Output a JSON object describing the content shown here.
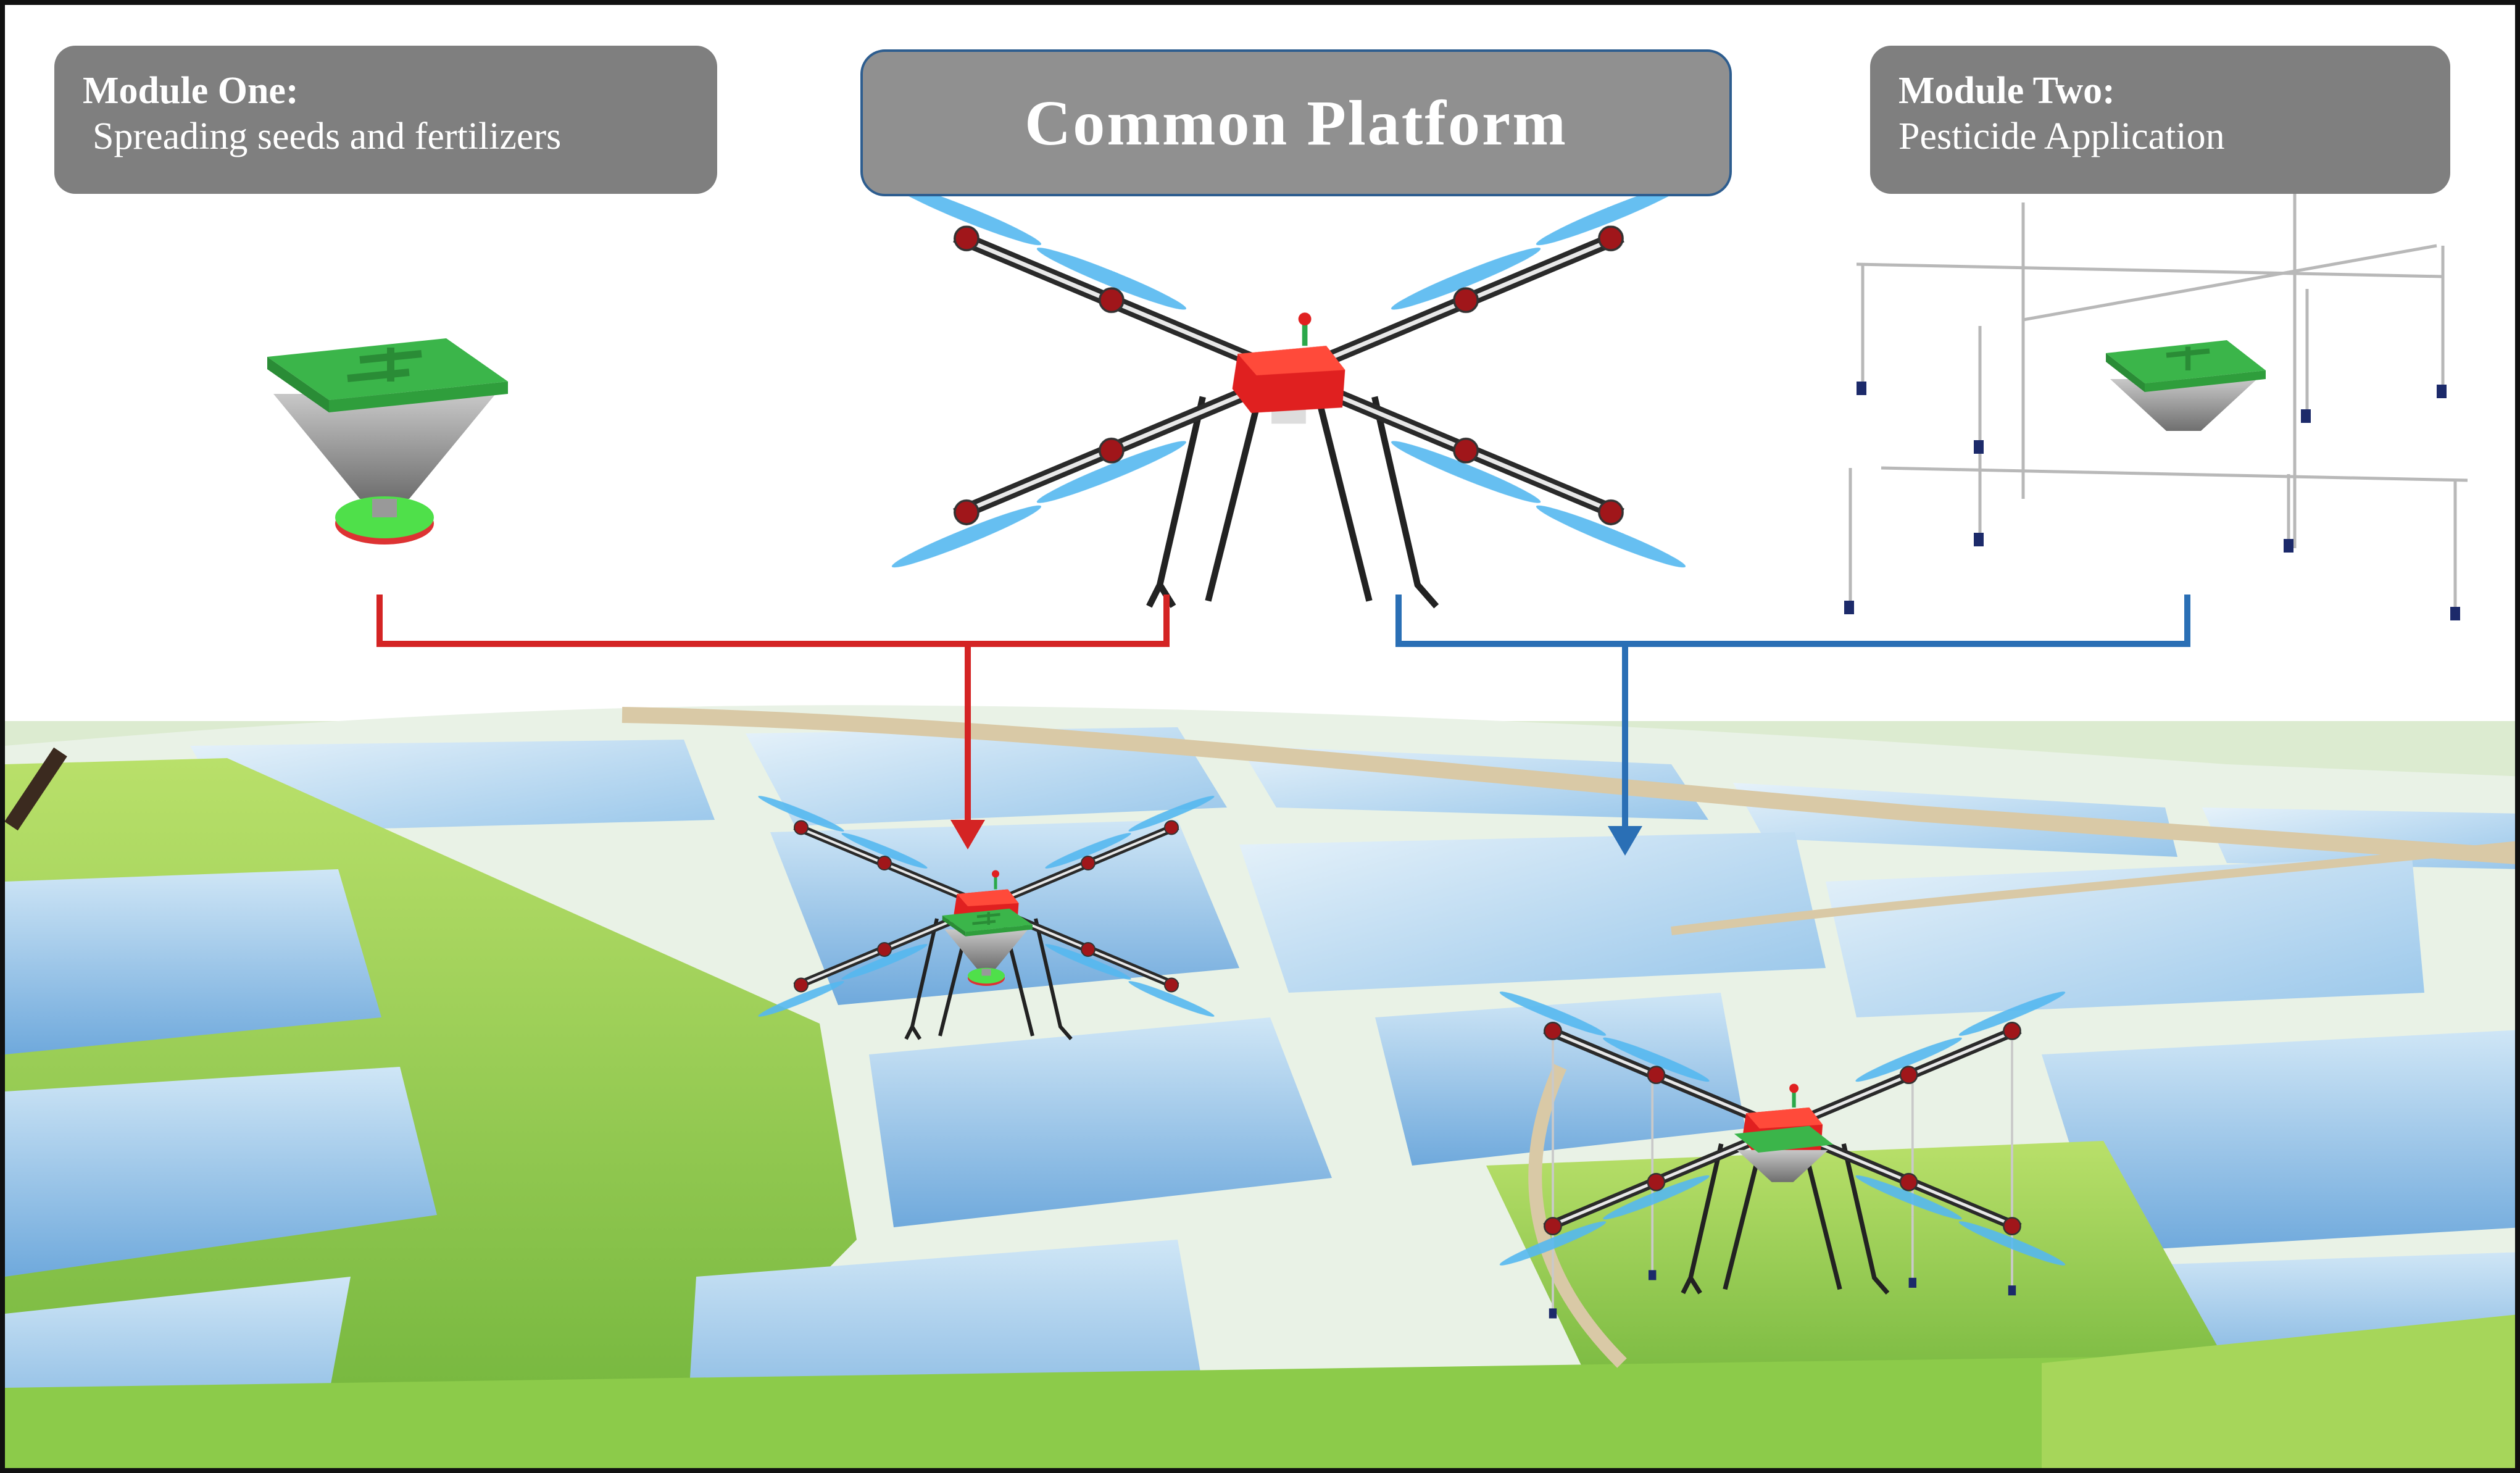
{
  "modules": {
    "one": {
      "title": "Module One:",
      "subtitle": "Spreading seeds and fertilizers"
    },
    "common": {
      "title": "Common Platform"
    },
    "two": {
      "title": "Module Two:",
      "subtitle": "Pesticide Application"
    }
  },
  "colors": {
    "box_gray": "#7f7f7f",
    "module_one_connector": "#d42424",
    "module_two_connector": "#2a6fb5",
    "drone_body": "#e02020",
    "spreader_green": "#3bb54a",
    "propeller_blue": "#55b8f0",
    "paddy_water": "#8fc3ea",
    "rice_green": "#9fd44a"
  },
  "icons": [
    "spreader-module-icon",
    "common-platform-drone-icon",
    "pesticide-module-icon",
    "drone-with-spreader-icon",
    "drone-with-sprayer-icon"
  ]
}
